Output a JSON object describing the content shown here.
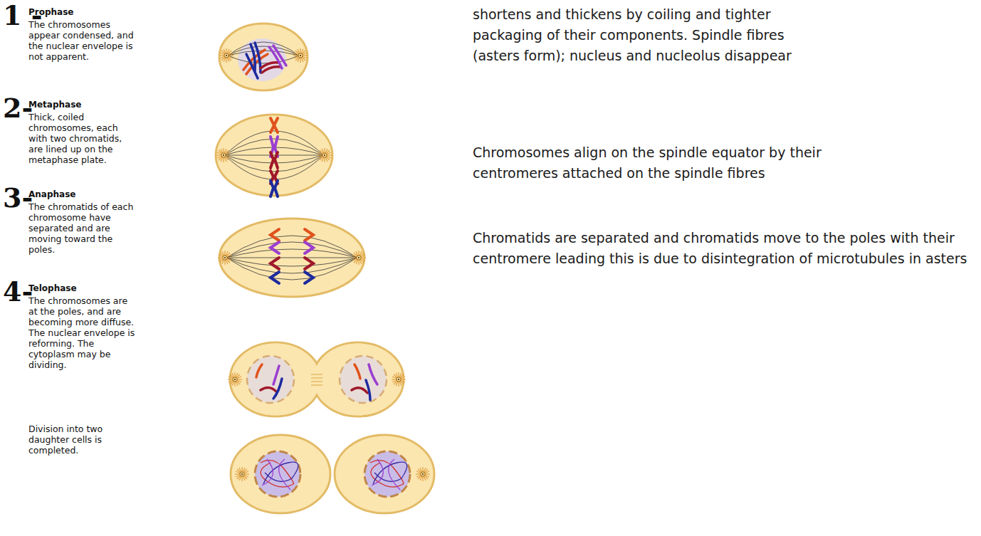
{
  "diagram": {
    "labels": [
      "1 -",
      "Prophase",
      "The chromosomes appear condensed, and the nuclear envelope is not apparent.",
      "2-",
      "Metaphase",
      "Thick, coiled chromosomes, each with two chromatids, are lined up on the metaphase plate.",
      "3-",
      "Anaphase",
      "The chromatids of each chromosome have separated and are moving toward the poles.",
      "4-",
      "Telophase",
      "The chromosomes are at the poles, and are becoming more diffuse. The nuclear envelope is reforming. The cytoplasm may be dividing.",
      "Division into two daughter cells is completed.",
      "shortens and thickens by coiling and tighter packaging of their components. Spindle fibres (asters form); nucleus and nucleolus disappear",
      "Chromosomes align on the spindle equator by their centromeres attached on the spindle fibres",
      "Chromatids are separated and chromatids move to the poles with their centromere leading this is due to disintegration of microtubules in asters"
    ]
  }
}
